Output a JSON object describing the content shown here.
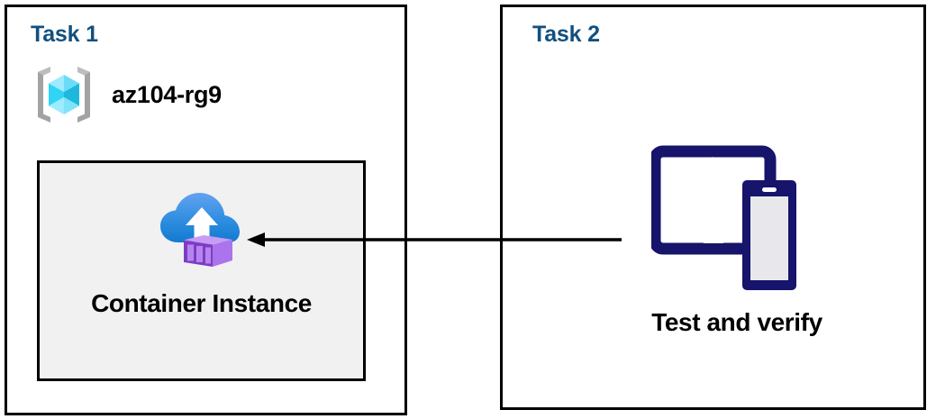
{
  "diagram": {
    "type": "azure-architecture-task-diagram",
    "panels": [
      {
        "title": "Task 1",
        "resource_group": {
          "icon": "azure-resource-group-icon",
          "label": "az104-rg9"
        },
        "resource": {
          "icon": "azure-container-instance-icon",
          "label": "Container Instance"
        }
      },
      {
        "title": "Task 2",
        "action": {
          "icon": "tablet-and-phone-devices-icon",
          "label": "Test and verify"
        }
      }
    ],
    "connector": {
      "name": "flow-arrow",
      "direction": "left",
      "from": "Test and verify",
      "to": "Container Instance"
    },
    "colors": {
      "title_blue": "#11507f",
      "panel_border": "#000000",
      "resource_box_fill": "#f1f1f1",
      "device_navy": "#17146b",
      "cloud_blue_top": "#5a9bed",
      "cloud_blue_bottom": "#1a7fd4",
      "container_purple": "#ad74e8",
      "container_purple_dark": "#6b2f9e",
      "rg_cube_cyan": "#32d4f5",
      "rg_bracket_gray": "#a3a3a3"
    }
  }
}
